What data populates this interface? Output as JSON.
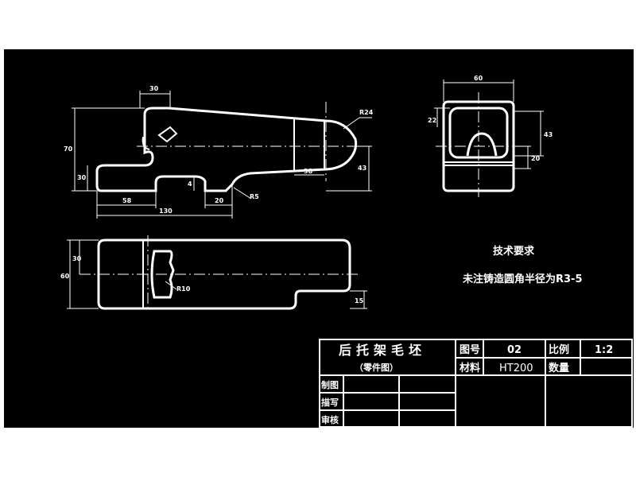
{
  "colors": {
    "frame": "#ffffff",
    "background": "#000000",
    "lines": "#ffffff"
  },
  "dimensions": {
    "front_top_width": "30",
    "front_height_total": "70",
    "front_height_left": "30",
    "front_radius_right": "R24",
    "front_height_right": "43",
    "front_height_small": "4",
    "front_notch_width": "38",
    "front_len_1": "58",
    "front_len_2": "130",
    "front_len_3": "20",
    "front_radius_small": "R5",
    "side_width": "60",
    "side_h1": "22",
    "side_h2": "43",
    "side_h3": "20",
    "top_h1": "30",
    "top_h2": "60",
    "top_radius": "R10",
    "top_h3": "15"
  },
  "note": {
    "line1": "技术要求",
    "line2": "未注铸造圆角半径为R3-5"
  },
  "title_block": {
    "part_name": "后托架毛坯",
    "part_name_sub": "（零件图）",
    "drawing_no_label": "图号",
    "drawing_no_value": "02",
    "scale_label": "比例",
    "scale_value": "1:2",
    "material_label": "材料",
    "material_value": "HT200",
    "quantity_label": "数量",
    "drawn_by_label": "制图",
    "checked_by_label": "描写",
    "reviewed_by_label": "审核"
  }
}
